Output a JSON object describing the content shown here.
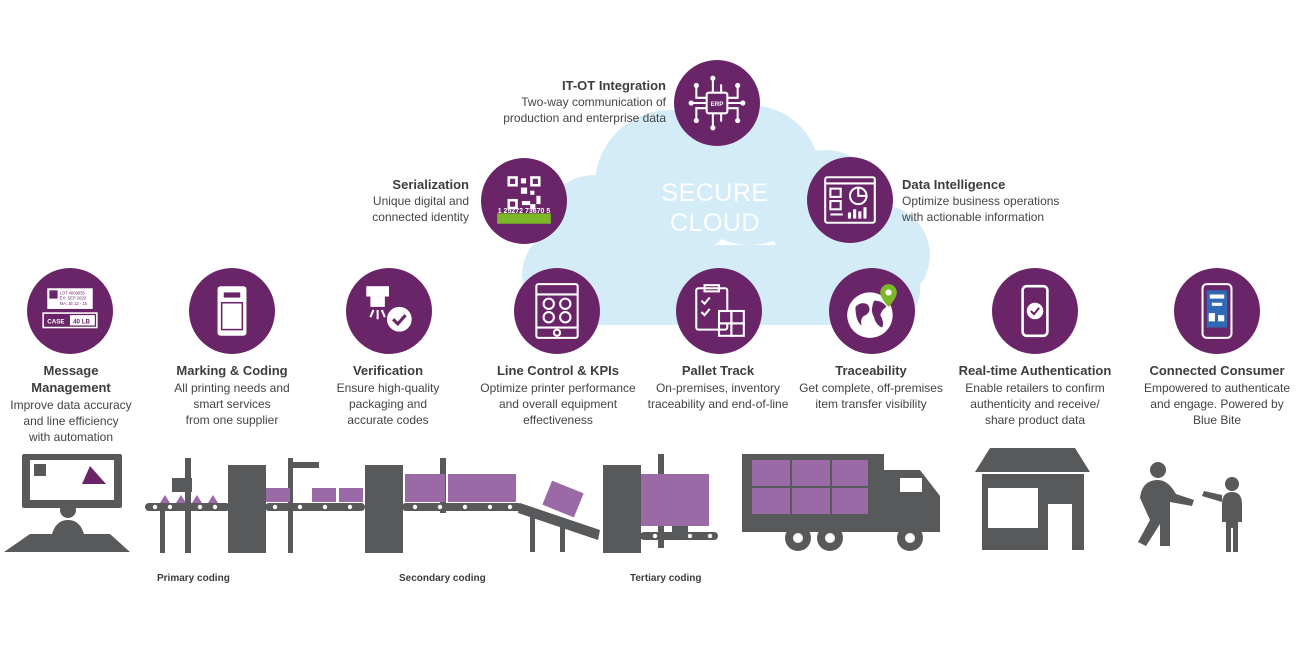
{
  "cloud": {
    "line1": "SECURE",
    "line2": "CLOUD"
  },
  "top_items": [
    {
      "title": "IT-OT Integration",
      "desc1": "Two-way communication of",
      "desc2": "production and enterprise data",
      "icon": "erp-circuit-icon"
    },
    {
      "title": "Serialization",
      "desc1": "Unique digital and",
      "desc2": "connected identity",
      "icon": "qr-code-icon",
      "code": "1 25272 73670 5"
    },
    {
      "title": "Data Intelligence",
      "desc1": "Optimize business operations",
      "desc2": "with actionable information",
      "icon": "dashboard-icon"
    }
  ],
  "message_icon": {
    "line1": "LOT 4009955",
    "line2": "EX: SEP 2020",
    "line3": "MA: JE 12 - 15",
    "case": "CASE",
    "weight": "40 LB"
  },
  "bottom_items": [
    {
      "title1": "Message",
      "title2": "Management",
      "desc": [
        "Improve data accuracy",
        "and line efficiency",
        "with automation"
      ],
      "icon": "label-icon"
    },
    {
      "title1": "Marking & Coding",
      "title2": "",
      "desc": [
        "All printing needs and",
        "smart services",
        "from one supplier"
      ],
      "icon": "printer-icon"
    },
    {
      "title1": "Verification",
      "title2": "",
      "desc": [
        "Ensure high-quality",
        "packaging and",
        "accurate codes"
      ],
      "icon": "camera-check-icon"
    },
    {
      "title1": "Line Control & KPIs",
      "title2": "",
      "desc": [
        "Optimize printer performance",
        "and overall equipment",
        "effectiveness"
      ],
      "icon": "gauges-icon"
    },
    {
      "title1": "Pallet Track",
      "title2": "",
      "desc": [
        "On-premises, inventory",
        "traceability and end-of-line"
      ],
      "icon": "clipboard-boxes-icon"
    },
    {
      "title1": "Traceability",
      "title2": "",
      "desc": [
        "Get complete, off-premises",
        "item transfer visibility"
      ],
      "icon": "globe-pin-icon"
    },
    {
      "title1": "Real-time Authentication",
      "title2": "",
      "desc": [
        "Enable retailers to confirm",
        "authenticity and receive/",
        "share product data"
      ],
      "icon": "phone-check-icon"
    },
    {
      "title1": "Connected Consumer",
      "title2": "",
      "desc": [
        "Empowered to authenticate",
        "and engage. Powered by",
        "Blue Bite"
      ],
      "icon": "phone-app-icon"
    }
  ],
  "stages": {
    "primary": "Primary coding",
    "secondary": "Secondary coding",
    "tertiary": "Tertiary coding"
  },
  "colors": {
    "purple": "#6a2468",
    "cloud": "#d4ecf7",
    "grey": "#58595b",
    "light_purple": "#9a6aa6"
  }
}
